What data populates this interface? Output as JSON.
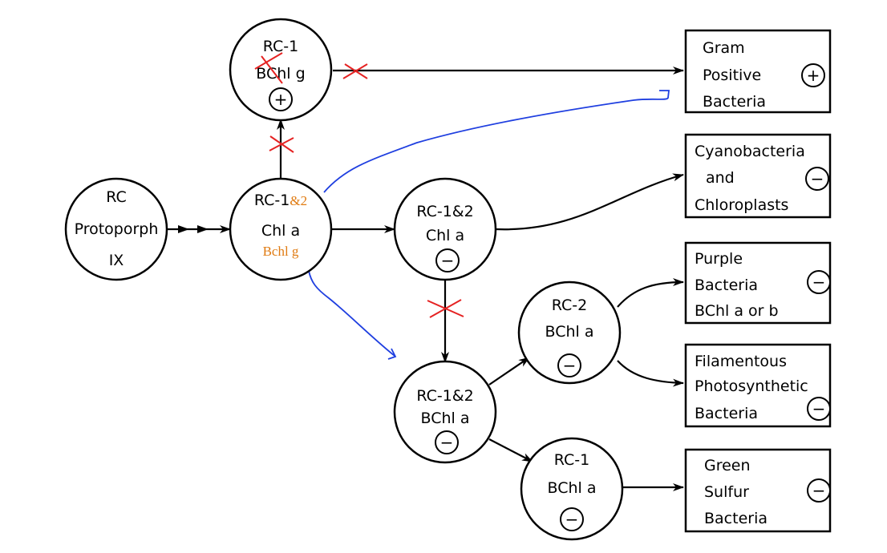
{
  "nodes": {
    "rc_protoporph": {
      "lines": [
        "RC",
        "Protoporph",
        "IX"
      ]
    },
    "rc1_bchl_g": {
      "lines": [
        "RC-1",
        "BChl g"
      ],
      "sign": "+"
    },
    "rc1_chl_a": {
      "line1": "RC-1",
      "line1_added": "&2",
      "line2": "Chl a",
      "line3_added": "Bchl g"
    },
    "rc12_chl_a": {
      "lines": [
        "RC-1&2",
        "Chl a"
      ],
      "sign": "−"
    },
    "rc12_bchl_a": {
      "lines": [
        "RC-1&2",
        "BChl a"
      ],
      "sign": "−"
    },
    "rc2_bchl_a": {
      "lines": [
        "RC-2",
        "BChl a"
      ],
      "sign": "−"
    },
    "rc1_bchl_a": {
      "lines": [
        "RC-1",
        "BChl a"
      ],
      "sign": "−"
    }
  },
  "boxes": {
    "gram_positive": {
      "lines": [
        "Gram",
        "Positive",
        "Bacteria"
      ],
      "sign": "+"
    },
    "cyanobacteria": {
      "lines": [
        "Cyanobacteria",
        "and",
        "Chloroplasts"
      ],
      "sign": "−"
    },
    "purple": {
      "lines": [
        "Purple",
        "Bacteria",
        "BChl a or b"
      ],
      "sign": "−"
    },
    "filamentous": {
      "lines": [
        "Filamentous",
        "Photosynthetic",
        "Bacteria"
      ],
      "sign": "−"
    },
    "green_sulfur": {
      "lines": [
        "Green",
        "Sulfur",
        "Bacteria"
      ],
      "sign": "−"
    }
  },
  "colors": {
    "annotation_orange": "#e07b12",
    "annotation_blue": "#1f3fe0",
    "annotation_red": "#e52222"
  }
}
